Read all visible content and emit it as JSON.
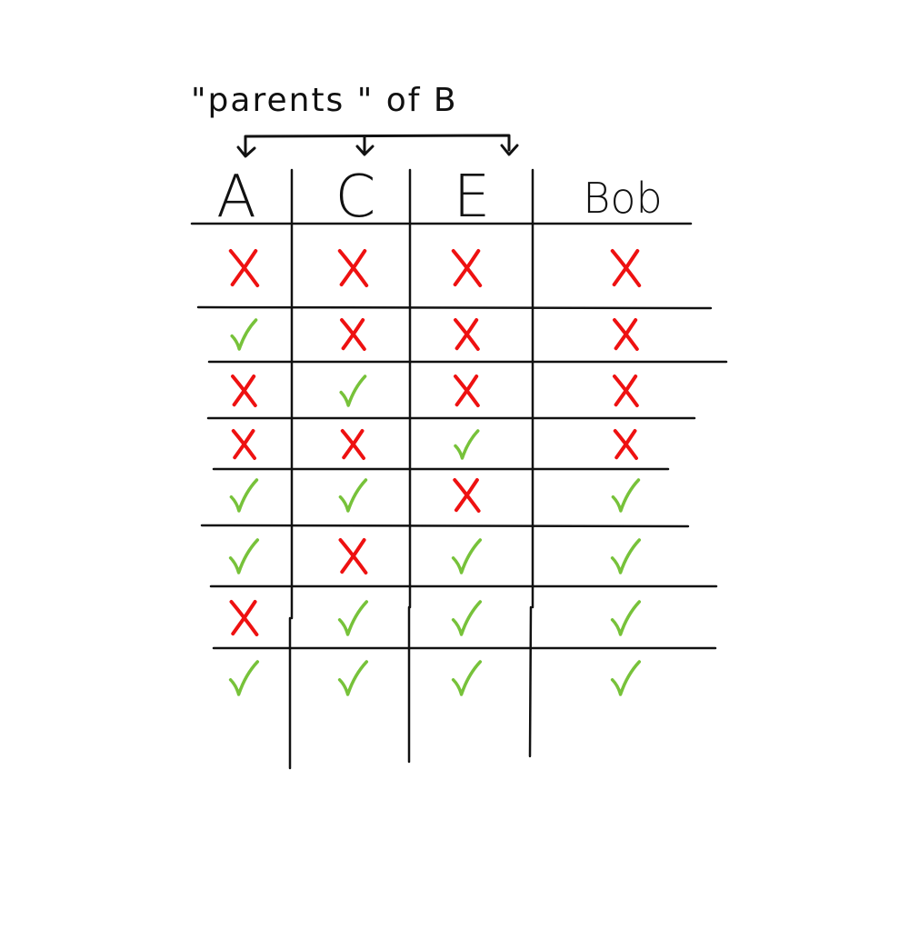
{
  "caption": "\"parents \" of B",
  "columns": [
    "A",
    "C",
    "E",
    "Bob"
  ],
  "rows": [
    [
      "x",
      "x",
      "x",
      "x"
    ],
    [
      "check",
      "x",
      "x",
      "x"
    ],
    [
      "x",
      "check",
      "x",
      "x"
    ],
    [
      "x",
      "x",
      "check",
      "x"
    ],
    [
      "check",
      "check",
      "x",
      "check"
    ],
    [
      "check",
      "x",
      "check",
      "check"
    ],
    [
      "x",
      "check",
      "check",
      "check"
    ],
    [
      "check",
      "check",
      "check",
      "check"
    ]
  ],
  "colors": {
    "x": "#ee1111",
    "check": "#77c23a",
    "ink": "#111111"
  },
  "icons": {
    "x": "cross-mark-icon",
    "check": "check-mark-icon"
  }
}
